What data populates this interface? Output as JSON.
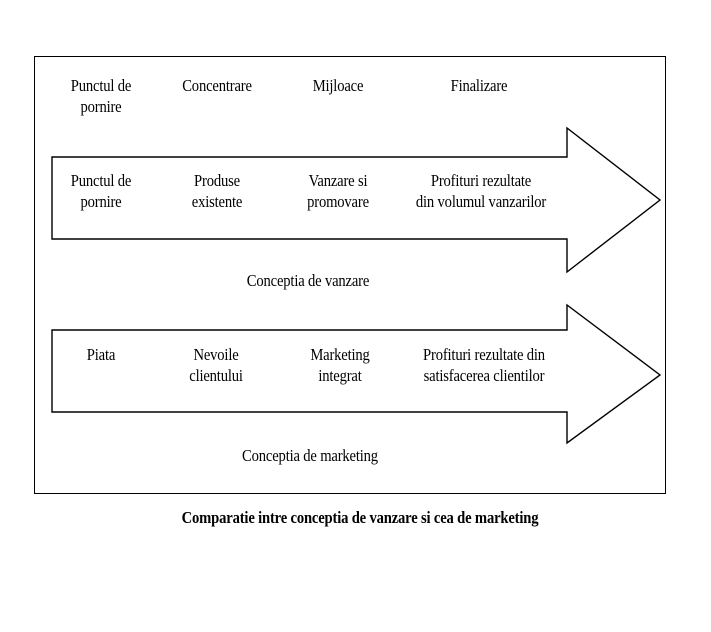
{
  "figure": {
    "title": "Comparatie intre conceptia de vanzare si cea de marketing",
    "frame_color": "#000000",
    "background_color": "#ffffff"
  },
  "header_row": {
    "columns": [
      {
        "label": "Punctul de\npornire"
      },
      {
        "label": "Concentrare"
      },
      {
        "label": "Mijloace"
      },
      {
        "label": "Finalizare"
      }
    ]
  },
  "arrows": [
    {
      "name": "selling-concept-arrow",
      "caption": "Conceptia de vanzare",
      "cells": [
        {
          "label": "Punctul de\npornire"
        },
        {
          "label": "Produse\nexistente"
        },
        {
          "label": "Vanzare si\npromovare"
        },
        {
          "label": "Profituri rezultate\ndin volumul vanzarilor"
        }
      ]
    },
    {
      "name": "marketing-concept-arrow",
      "caption": "Conceptia de marketing",
      "cells": [
        {
          "label": "Piata"
        },
        {
          "label": "Nevoile\nclientului"
        },
        {
          "label": "Marketing\nintegrat"
        },
        {
          "label": "Profituri rezultate din\nsatisfacerea clientilor"
        }
      ]
    }
  ]
}
